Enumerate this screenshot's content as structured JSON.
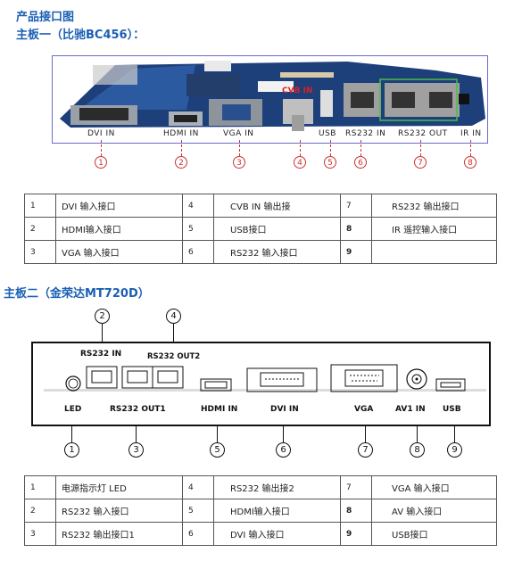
{
  "heading": "产品接口图",
  "board1": {
    "title": "主板一（比驰BC456）：",
    "overlay_label": "CVB IN",
    "port_labels": [
      "DVI IN",
      "HDMI IN",
      "VGA IN",
      "USB",
      "RS232 IN",
      "RS232 OUT",
      "IR IN"
    ],
    "numbers": [
      "1",
      "2",
      "3",
      "4",
      "5",
      "6",
      "7",
      "8"
    ],
    "table": [
      [
        "1",
        "DVI 输入接口",
        "4",
        "CVB  IN 输出接",
        "7",
        "RS232 输出接口"
      ],
      [
        "2",
        "HDMI输入接口",
        "5",
        "USB接口",
        "8",
        "IR 遥控输入接口"
      ],
      [
        "3",
        "VGA 输入接口",
        "6",
        "RS232 输入接口",
        "9",
        ""
      ]
    ]
  },
  "board2": {
    "title": "主板二（金荣达MT720D）",
    "top_labels": {
      "rs232_in": "RS232 IN",
      "rs232_out2": "RS232 OUT2"
    },
    "top_numbers": [
      "2",
      "4"
    ],
    "bottom_labels": [
      "LED",
      "RS232 OUT1",
      "HDMI IN",
      "DVI IN",
      "VGA",
      "AV1 IN",
      "USB"
    ],
    "bottom_numbers": [
      "1",
      "3",
      "5",
      "6",
      "7",
      "8",
      "9"
    ],
    "table": [
      [
        "1",
        "电源指示灯 LED",
        "4",
        "RS232 输出接2",
        "7",
        "VGA 输入接口"
      ],
      [
        "2",
        "RS232 输入接口",
        "5",
        "HDMI输入接口",
        "8",
        "AV 输入接口"
      ],
      [
        "3",
        "RS232 输出接口1",
        "6",
        "DVI 输入接口",
        "9",
        "USB接口"
      ]
    ]
  }
}
